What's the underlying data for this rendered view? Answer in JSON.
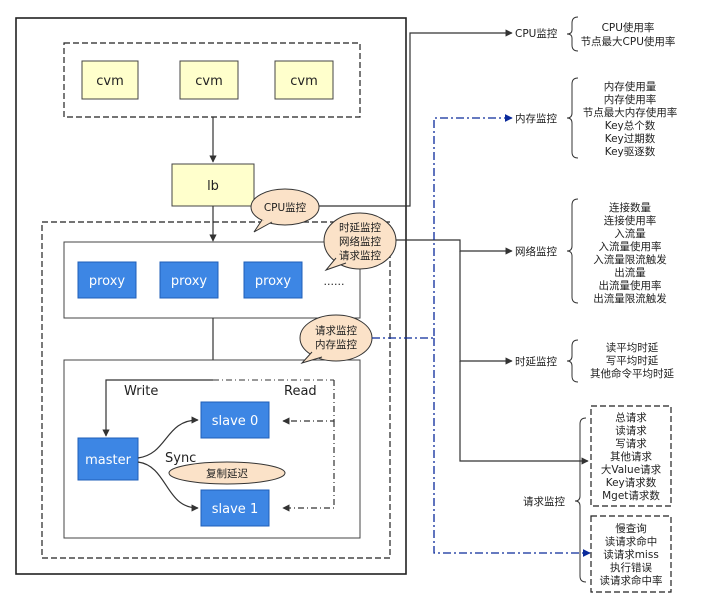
{
  "cvm_nodes": [
    "cvm",
    "cvm",
    "cvm"
  ],
  "lb": "lb",
  "proxy_nodes": [
    "proxy",
    "proxy",
    "proxy"
  ],
  "proxy_more": "......",
  "master": "master",
  "slaves": [
    "slave 0",
    "slave 1"
  ],
  "edge_labels": {
    "write": "Write",
    "read": "Read",
    "sync": "Sync"
  },
  "bubbles": {
    "cpu": "CPU监控",
    "proxy": [
      "时延监控",
      "网络监控",
      "请求监控"
    ],
    "req": [
      "请求监控",
      "内存监控"
    ],
    "replica": "复制延迟"
  },
  "monitors": {
    "cpu": {
      "title": "CPU监控",
      "metrics": [
        "CPU使用率",
        "节点最大CPU使用率"
      ]
    },
    "memory": {
      "title": "内存监控",
      "metrics": [
        "内存使用量",
        "内存使用率",
        "节点最大内存使用率",
        "Key总个数",
        "Key过期数",
        "Key驱逐数"
      ]
    },
    "network": {
      "title": "网络监控",
      "metrics": [
        "连接数量",
        "连接使用率",
        "入流量",
        "入流量使用率",
        "入流量限流触发",
        "出流量",
        "出流量使用率",
        "出流量限流触发"
      ]
    },
    "latency": {
      "title": "时延监控",
      "metrics": [
        "读平均时延",
        "写平均时延",
        "其他命令平均时延"
      ]
    },
    "request": {
      "title": "请求监控",
      "group1": [
        "总请求",
        "读请求",
        "写请求",
        "其他请求",
        "大Value请求",
        "Key请求数",
        "Mget请求数"
      ],
      "group2": [
        "慢查询",
        "读请求命中",
        "读请求miss",
        "执行错误",
        "读请求命中率"
      ]
    }
  },
  "colors": {
    "cvm_fill": "#ffffcc",
    "node_fill": "#3d86e4",
    "node_border": "#1f5fb8",
    "bubble_fill": "#fbe2c8",
    "dashdot_line": "#0a2a9b"
  }
}
